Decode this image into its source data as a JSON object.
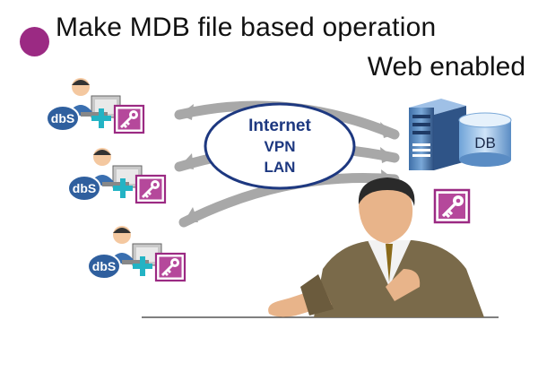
{
  "title_line1": "Make MDB file based operation",
  "title_line2": "Web enabled",
  "network": {
    "labels": [
      "Internet",
      "VPN",
      "LAN"
    ]
  },
  "server": {
    "db_label": "DB"
  },
  "clients": [
    {
      "logo_text": "dbS"
    },
    {
      "logo_text": "dbS"
    },
    {
      "logo_text": "dbS"
    }
  ],
  "colors": {
    "accent": "#9b2a83",
    "arrow": "#a8a8a8",
    "network_text": "#1d3880",
    "plus": "#23b3c4"
  }
}
